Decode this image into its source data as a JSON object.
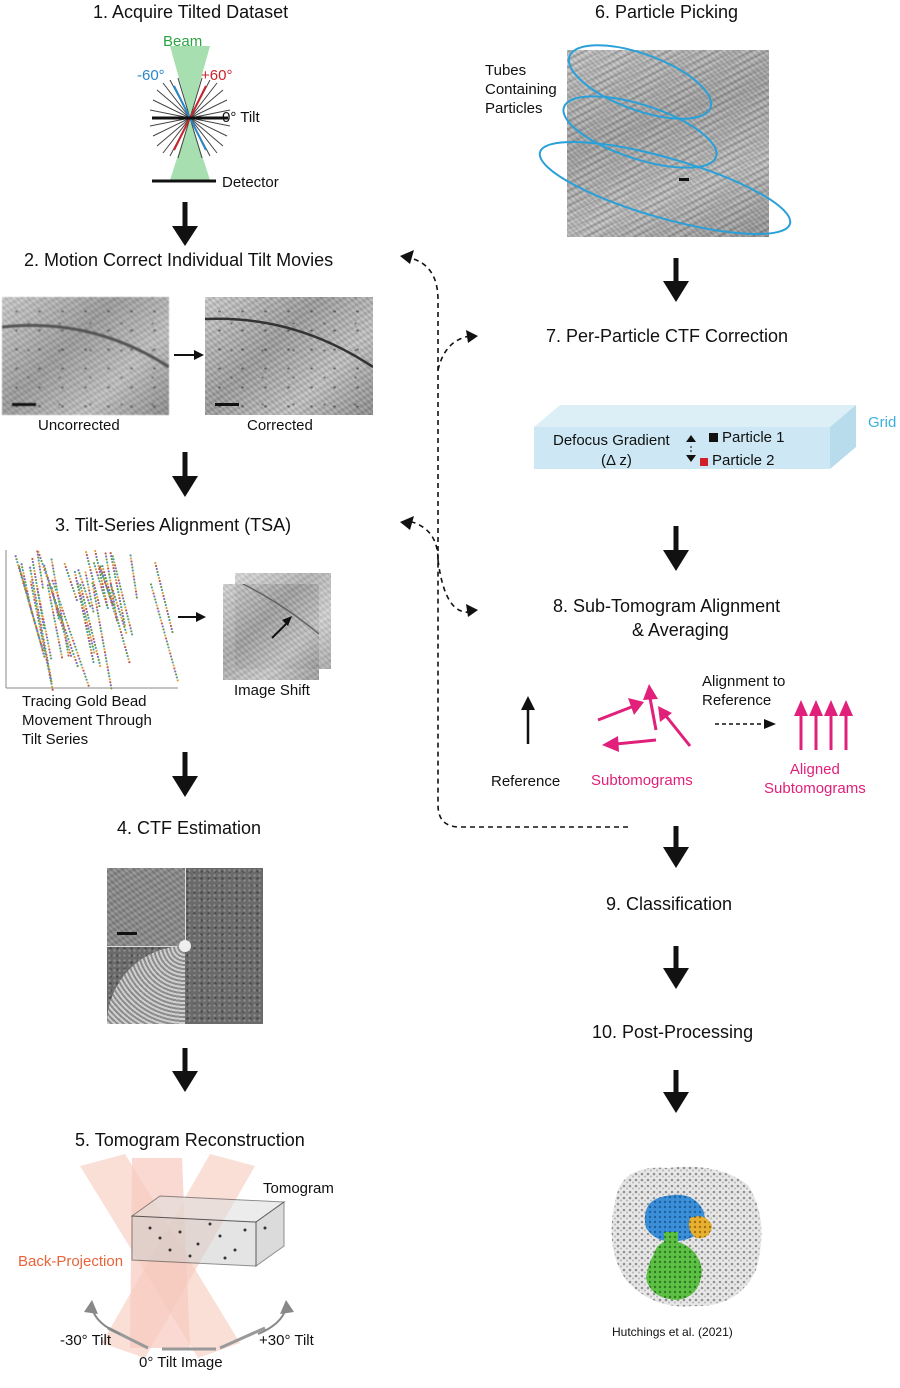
{
  "steps": {
    "s1": "1. Acquire Tilted Dataset",
    "s2": "2. Motion Correct Individual Tilt Movies",
    "s3": "3. Tilt-Series Alignment (TSA)",
    "s4": "4. CTF Estimation",
    "s5": "5. Tomogram Reconstruction",
    "s6": "6. Particle Picking",
    "s7": "7. Per-Particle CTF Correction",
    "s8a": "8. Sub-Tomogram Alignment",
    "s8b": "& Averaging",
    "s9": "9. Classification",
    "s10": "10. Post-Processing"
  },
  "s1": {
    "beam": "Beam",
    "minus60": "-60°",
    "plus60": "+60°",
    "tilt0": "0° Tilt",
    "detector": "Detector"
  },
  "s2": {
    "uncorrected": "Uncorrected",
    "corrected": "Corrected"
  },
  "s3": {
    "trace1": "Tracing Gold Bead",
    "trace2": "Movement Through",
    "trace3": "Tilt Series",
    "shift": "Image Shift"
  },
  "s5": {
    "tomogram": "Tomogram",
    "backproj": "Back-Projection",
    "minus30": "-30° Tilt",
    "tilt0img": "0° Tilt Image",
    "plus30": "+30° Tilt"
  },
  "s6": {
    "tubes1": "Tubes",
    "tubes2": "Containing",
    "tubes3": "Particles"
  },
  "s7": {
    "grid": "Grid",
    "defocus": "Defocus Gradient",
    "dz": "(Δ z)",
    "p1": "Particle 1",
    "p2": "Particle 2"
  },
  "s8": {
    "reference": "Reference",
    "subtomos": "Subtomograms",
    "align1": "Alignment to",
    "align2": "Reference",
    "aligned1": "Aligned",
    "aligned2": "Subtomograms"
  },
  "s10": {
    "citation": "Hutchings et al. (2021)"
  },
  "colors": {
    "magenta": "#e0207a",
    "beamGreen": "#a8dfb0",
    "gridBlue": "#cde8f4",
    "ellipseBlue": "#2aa0d8",
    "backProjection": "#f7c9bd"
  }
}
